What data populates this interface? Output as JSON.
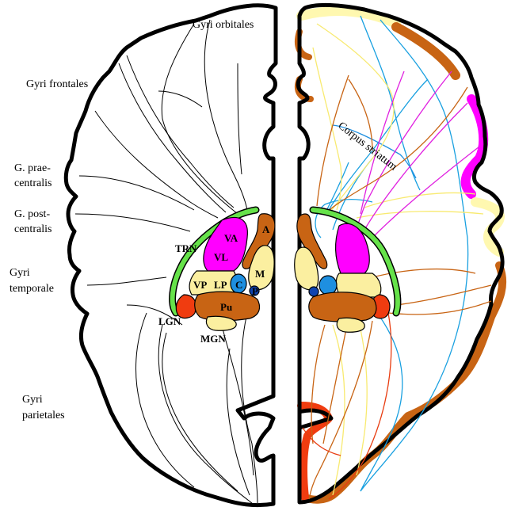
{
  "labels": {
    "gyri_orbitales": "Gyri orbitales",
    "gyri_frontales": "Gyri frontales",
    "g_prae_1": "G. prae-",
    "g_prae_2": "centralis",
    "g_post_1": "G. post-",
    "g_post_2": "centralis",
    "gyri_temporale_1": "Gyri",
    "gyri_temporale_2": "temporale",
    "gyri_parietales_1": "Gyri",
    "gyri_parietales_2": "parietales",
    "corpus_striatum": "Corpus striatum"
  },
  "nuclei": {
    "trn": "TRN",
    "va": "VA",
    "vl": "VL",
    "a": "A",
    "m": "M",
    "vp": "VP",
    "lp": "LP",
    "c": "C",
    "p": "P",
    "pu": "Pu",
    "lgn": "LGN",
    "mgn": "MGN"
  },
  "colors": {
    "outline": "#000000",
    "yellow_pale": "#fff3a0",
    "yellow_band": "#fff8b0",
    "brown": "#c86414",
    "magenta": "#ff00ff",
    "green": "#66e24a",
    "blue": "#1e8fe0",
    "dark_blue": "#1044b0",
    "red_orange": "#f03c10",
    "cream": "#fbefa0",
    "light_blue_line": "#19a0e0",
    "yellow_line": "#f8ea70",
    "magenta_line": "#e020e0",
    "brown_line": "#c86414",
    "red_line": "#e83c10"
  }
}
